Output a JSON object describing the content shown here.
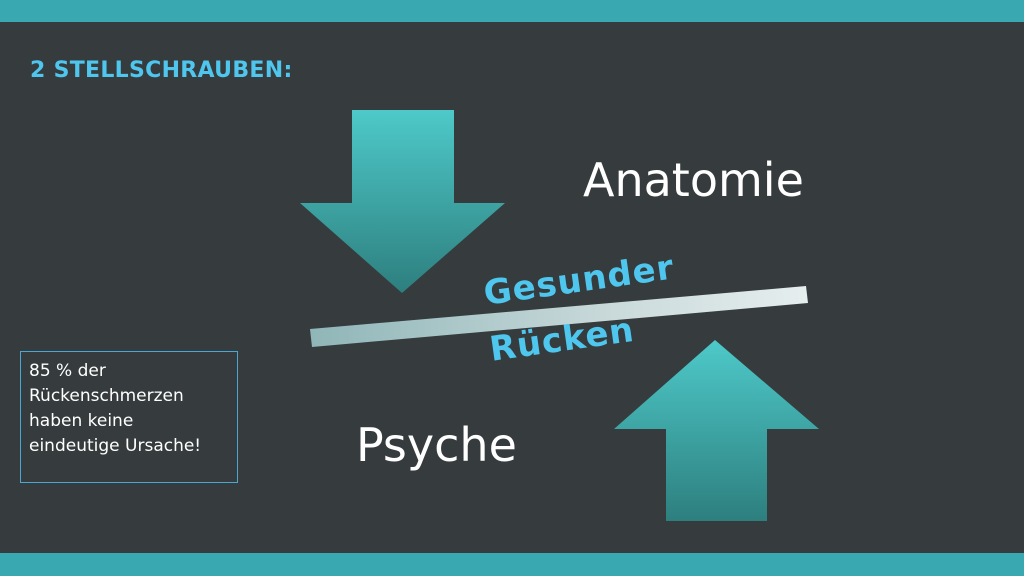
{
  "slide": {
    "heading": "2 STELLSCHRAUBEN:",
    "top_label": "Anatomie",
    "bottom_label": "Psyche",
    "balance_label_line1": "Gesunder",
    "balance_label_line2": "Rücken",
    "note_line1": "85 % der",
    "note_line2": "Rückenschmerzen",
    "note_line3": "haben keine",
    "note_line4": "eindeutige Ursache!"
  },
  "colors": {
    "background": "#363c3e",
    "accent_bar": "#3aa8b0",
    "heading": "#4fc6ee",
    "arrow_top": "#4ec9c9",
    "arrow_bottom": "#2d7f7e"
  },
  "icons": {
    "down_arrow": "down-arrow-icon",
    "up_arrow": "up-arrow-icon",
    "balance_bar": "balance-beam"
  }
}
